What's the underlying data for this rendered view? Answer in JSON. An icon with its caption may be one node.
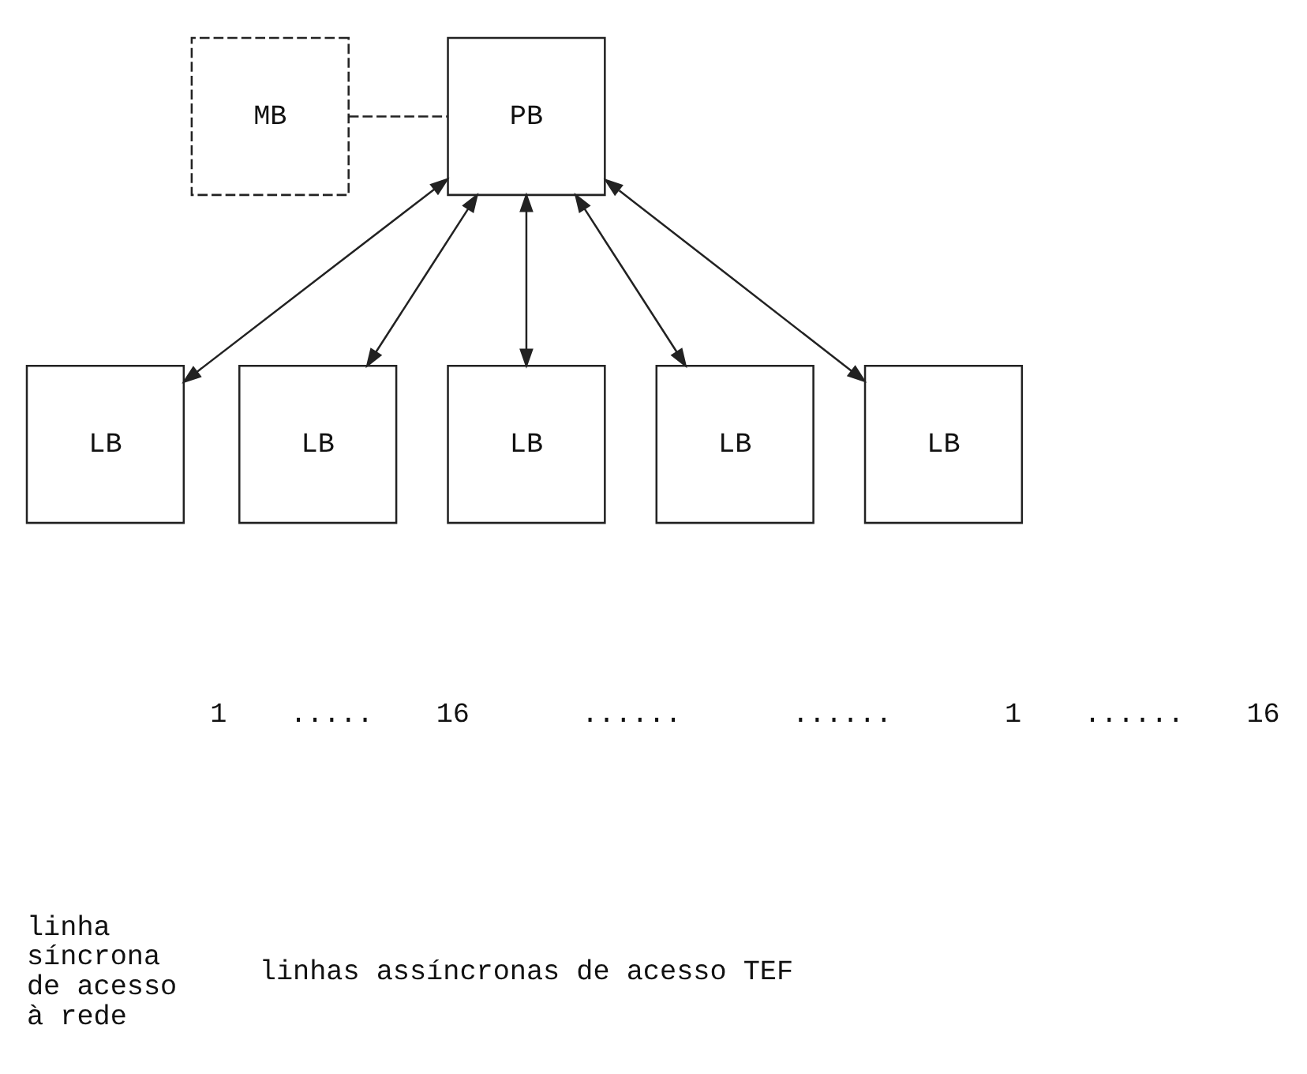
{
  "diagram": {
    "nodes": [
      {
        "text": [
          "MB"
        ]
      },
      {
        "text": [
          "PB"
        ]
      },
      {
        "text": [
          "LB"
        ]
      },
      {
        "text": [
          "LB"
        ]
      },
      {
        "text": [
          "LB"
        ]
      },
      {
        "text": [
          "LB"
        ]
      },
      {
        "text": [
          "LB"
        ]
      }
    ],
    "edges": [
      {
        "from": 0,
        "to": 1,
        "arrow": "none",
        "style": "dashed"
      },
      {
        "from": 1,
        "to": 2,
        "arrow": "both"
      },
      {
        "from": 1,
        "to": 3,
        "arrow": "both"
      },
      {
        "from": 1,
        "to": 4,
        "arrow": "both"
      },
      {
        "from": 1,
        "to": 5,
        "arrow": "both"
      },
      {
        "from": 1,
        "to": 6,
        "arrow": "both"
      }
    ],
    "labels": [
      "1",
      ".....",
      "16",
      "......",
      "......",
      "1",
      "......",
      "16",
      "linha síncrona de acesso à rede",
      "linhas assíncronas de acesso TEF"
    ]
  }
}
